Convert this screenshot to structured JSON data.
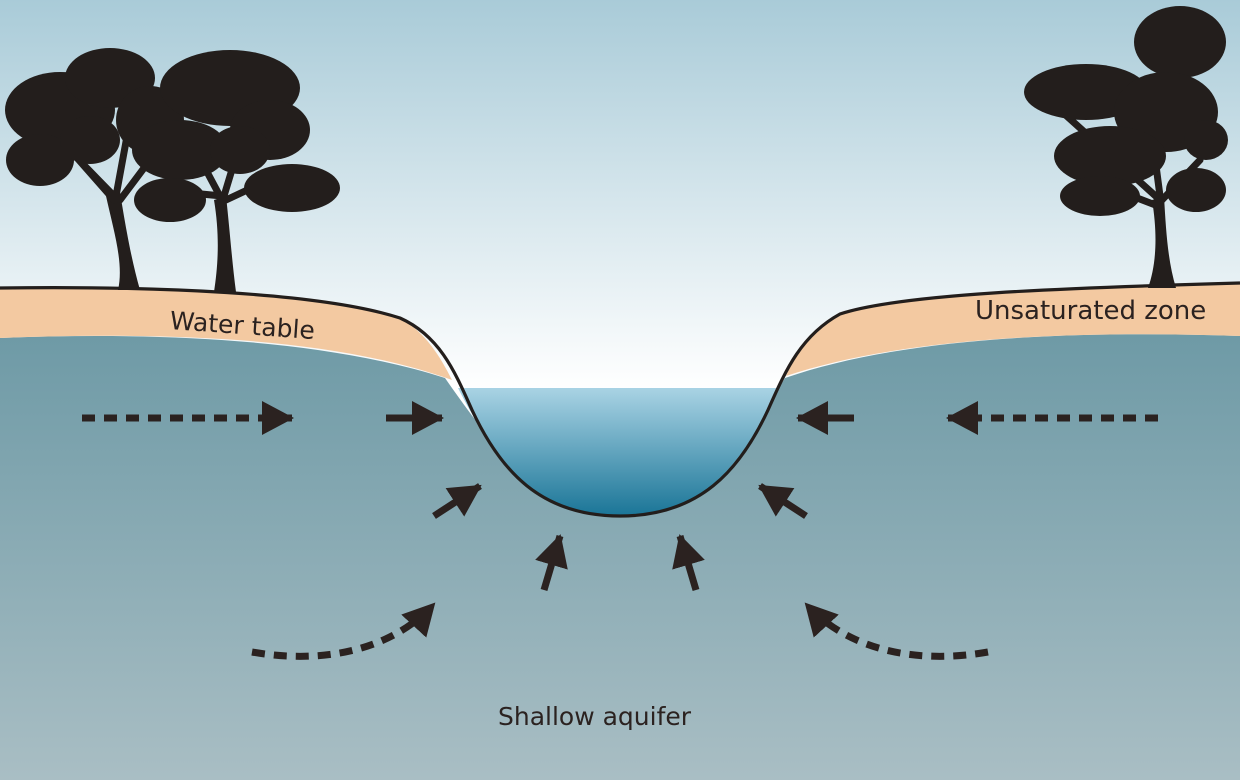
{
  "labels": {
    "left_bank": "Water table",
    "right_bank": "Unsaturated zone",
    "aquifer": "Shallow aquifer"
  },
  "colors": {
    "sky_top": "#a9cbd8",
    "sky_bottom": "#ffffff",
    "soil": "#f3c9a1",
    "aquifer_top": "#6e9aa6",
    "aquifer_bottom": "#a9bec4",
    "water_top": "#a9d3e4",
    "water_bottom": "#1a7597",
    "arrow": "#2b2220",
    "tree": "#231e1c"
  },
  "icons": {
    "trees": "tree-silhouette",
    "flow": "arrow"
  }
}
